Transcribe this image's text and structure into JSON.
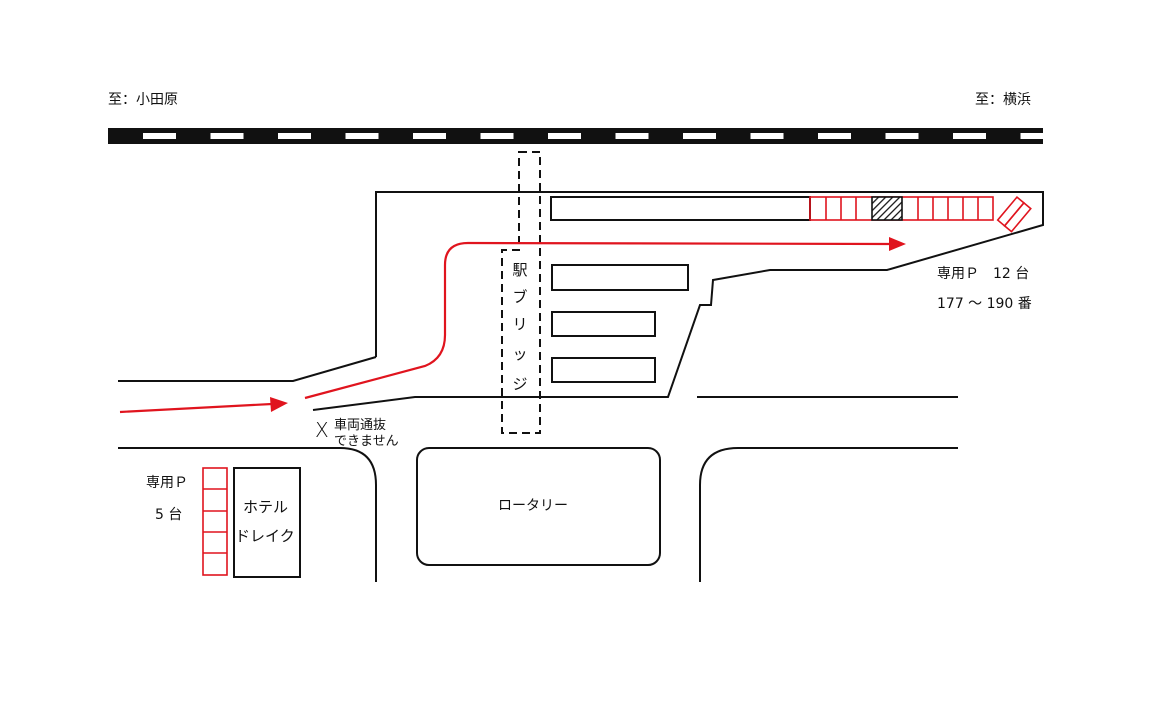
{
  "directions": {
    "left": "至：小田原",
    "right": "至：横浜"
  },
  "bridge": {
    "label_chars": [
      "駅",
      "ブ",
      "リ",
      "ッ",
      "ジ"
    ]
  },
  "station_parking": {
    "line1": "専用Ｐ　12 台",
    "line2": "177 ～ 190 番"
  },
  "no_through": {
    "mark": "X",
    "line1": "車両通抜",
    "line2": "できません"
  },
  "hotel_parking": {
    "line1": "専用Ｐ",
    "line2": "5 台"
  },
  "hotel": {
    "line1": "ホテル",
    "line2": "ドレイク"
  },
  "rotary": {
    "label": "ロータリー"
  },
  "colors": {
    "route": "#e0141e",
    "line": "#111111"
  }
}
